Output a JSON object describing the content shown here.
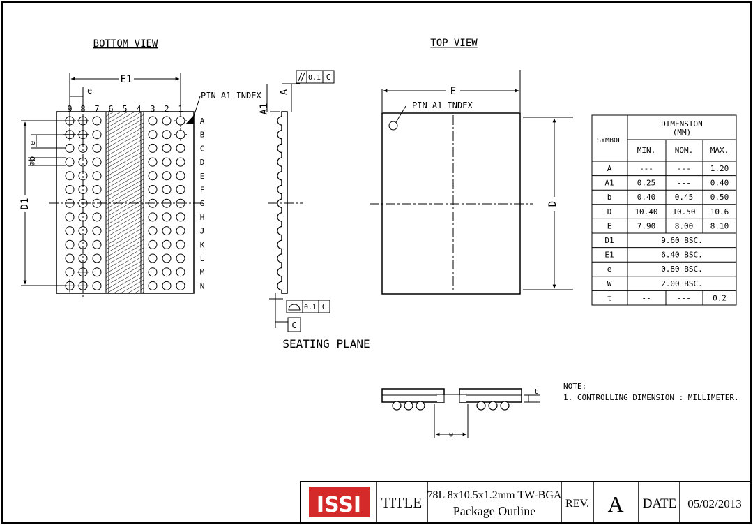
{
  "views": {
    "bottom_view": "BOTTOM VIEW",
    "top_view": "TOP VIEW",
    "seating_plane": "SEATING PLANE"
  },
  "labels": {
    "pin_a1_index": "PIN A1 INDEX",
    "E1": "E1",
    "E": "E",
    "D": "D",
    "D1": "D1",
    "A": "A",
    "A1": "A1",
    "e": "e",
    "phi_b": "⌀b",
    "w": "w",
    "t": "t"
  },
  "grid": {
    "columns": [
      "9",
      "8",
      "7",
      "6",
      "5",
      "4",
      "3",
      "2",
      "1"
    ],
    "rows": [
      "A",
      "B",
      "C",
      "D",
      "E",
      "F",
      "G",
      "H",
      "J",
      "K",
      "L",
      "M",
      "N"
    ]
  },
  "tolerances": {
    "parallelism_value": "0.1",
    "parallelism_datum": "C",
    "flatness_value": "0.1",
    "flatness_datum": "C",
    "datum": "C"
  },
  "dimension_table": {
    "symbol_header": "SYMBOL",
    "dimension_header": "DIMENSION",
    "unit_header": "(MM)",
    "min_header": "MIN.",
    "nom_header": "NOM.",
    "max_header": "MAX.",
    "rows": [
      {
        "symbol": "A",
        "min": "---",
        "nom": "---",
        "max": "1.20"
      },
      {
        "symbol": "A1",
        "min": "0.25",
        "nom": "---",
        "max": "0.40"
      },
      {
        "symbol": "b",
        "min": "0.40",
        "nom": "0.45",
        "max": "0.50"
      },
      {
        "symbol": "D",
        "min": "10.40",
        "nom": "10.50",
        "max": "10.6"
      },
      {
        "symbol": "E",
        "min": "7.90",
        "nom": "8.00",
        "max": "8.10"
      },
      {
        "symbol": "D1",
        "span": "9.60 BSC."
      },
      {
        "symbol": "E1",
        "span": "6.40 BSC."
      },
      {
        "symbol": "e",
        "span": "0.80 BSC."
      },
      {
        "symbol": "W",
        "span": "2.00 BSC."
      },
      {
        "symbol": "t",
        "min": "--",
        "nom": "---",
        "max": "0.2"
      }
    ]
  },
  "notes": {
    "heading": "NOTE:",
    "items": [
      "1. CONTROLLING DIMENSION : MILLIMETER."
    ]
  },
  "title_block": {
    "logo": "ISSI",
    "title_label": "TITLE",
    "title_line1": "78L 8x10.5x1.2mm TW-BGA",
    "title_line2": "Package Outline",
    "rev_label": "REV.",
    "rev_value": "A",
    "date_label": "DATE",
    "date_value": "05/02/2013"
  },
  "colors": {
    "ink": "#000000",
    "paper": "#ffffff",
    "logo_red": "#d42a2a"
  }
}
